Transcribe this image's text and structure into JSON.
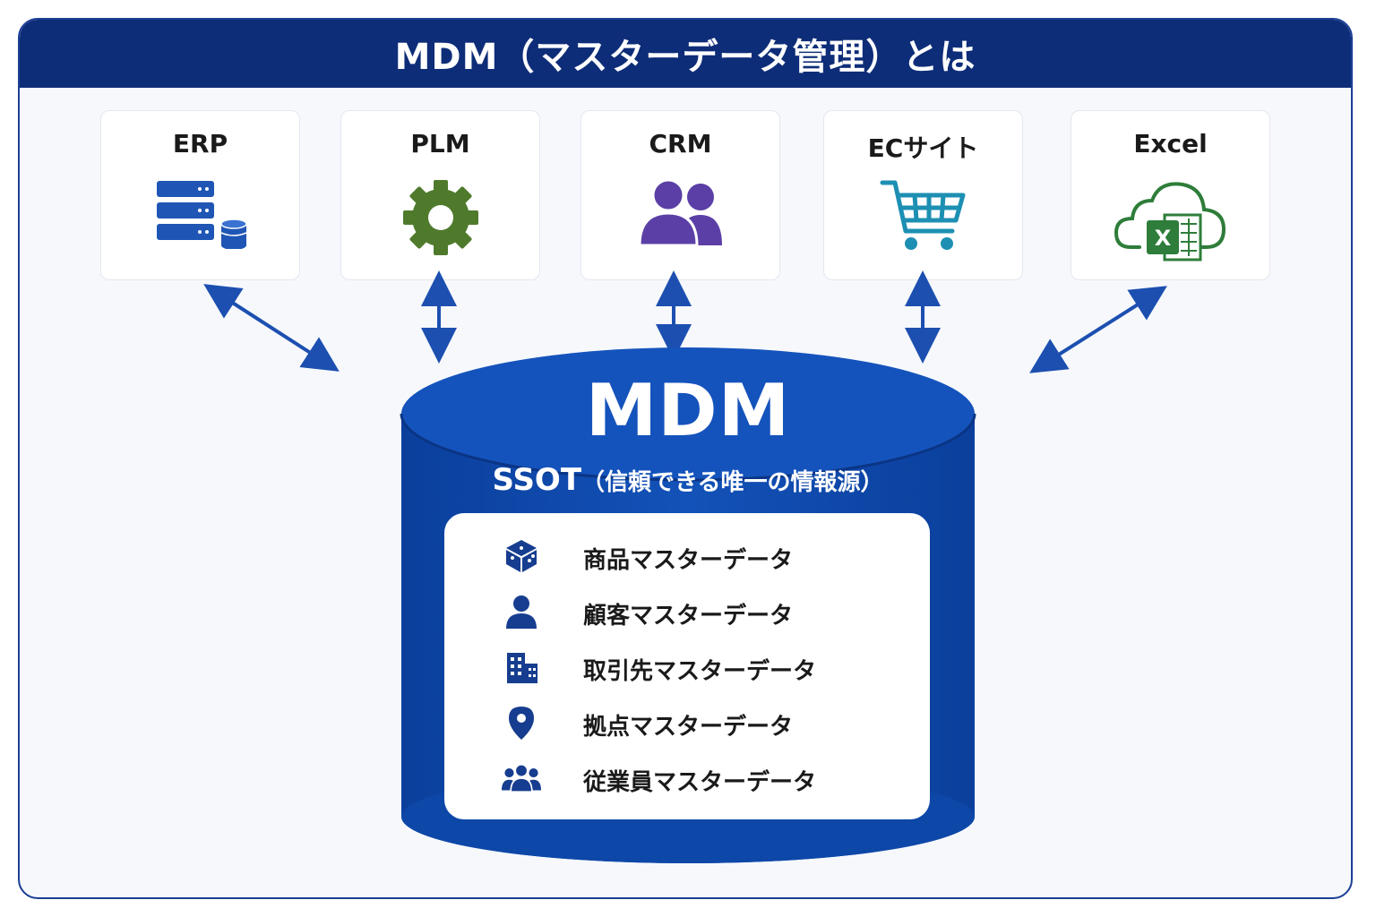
{
  "header": {
    "title": "MDM（マスターデータ管理）とは"
  },
  "systems": [
    {
      "label": "ERP",
      "icon": "server-database-icon"
    },
    {
      "label": "PLM",
      "icon": "gear-icon"
    },
    {
      "label": "CRM",
      "icon": "users-icon"
    },
    {
      "label": "ECサイト",
      "icon": "shopping-cart-icon"
    },
    {
      "label": "Excel",
      "icon": "excel-cloud-icon"
    }
  ],
  "hub": {
    "title": "MDM",
    "subtitle_main": "SSOT",
    "subtitle_paren": "（信頼できる唯一の情報源）",
    "items": [
      {
        "label": "商品マスターデータ",
        "icon": "product-box-icon"
      },
      {
        "label": "顧客マスターデータ",
        "icon": "person-icon"
      },
      {
        "label": "取引先マスターデータ",
        "icon": "building-icon"
      },
      {
        "label": "拠点マスターデータ",
        "icon": "location-pin-icon"
      },
      {
        "label": "従業員マスターデータ",
        "icon": "employees-group-icon"
      }
    ]
  },
  "colors": {
    "header_bg": "#0e2d78",
    "cylinder": "#0d47a8",
    "arrow": "#1c4fb0",
    "erp_icon": "#1f56b5",
    "plm_icon": "#4f7a2c",
    "crm_icon": "#5b3fa6",
    "cart_icon": "#1d8fb3",
    "excel_icon": "#2e7d3a",
    "list_icon": "#163d8f"
  }
}
